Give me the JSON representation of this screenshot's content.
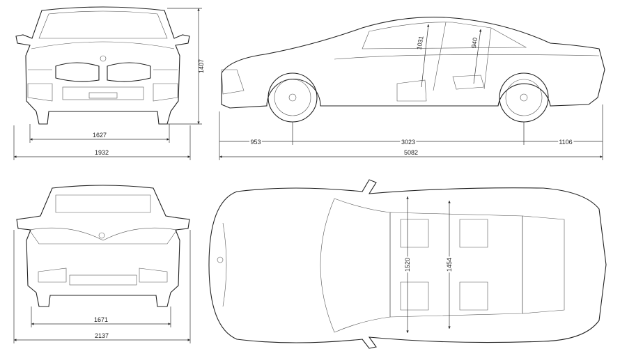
{
  "colors": {
    "line": "#222222",
    "background": "#ffffff"
  },
  "front_view": {
    "height": "1407",
    "track": "1627",
    "width": "1932"
  },
  "side_view": {
    "front_overhang": "953",
    "wheelbase": "3023",
    "rear_overhang": "1106",
    "length": "5082",
    "front_headroom": "1031",
    "rear_headroom": "940"
  },
  "rear_view": {
    "track": "1671",
    "width_with_mirrors": "2137"
  },
  "top_view": {
    "front_shoulder": "1520",
    "rear_shoulder": "1454"
  }
}
